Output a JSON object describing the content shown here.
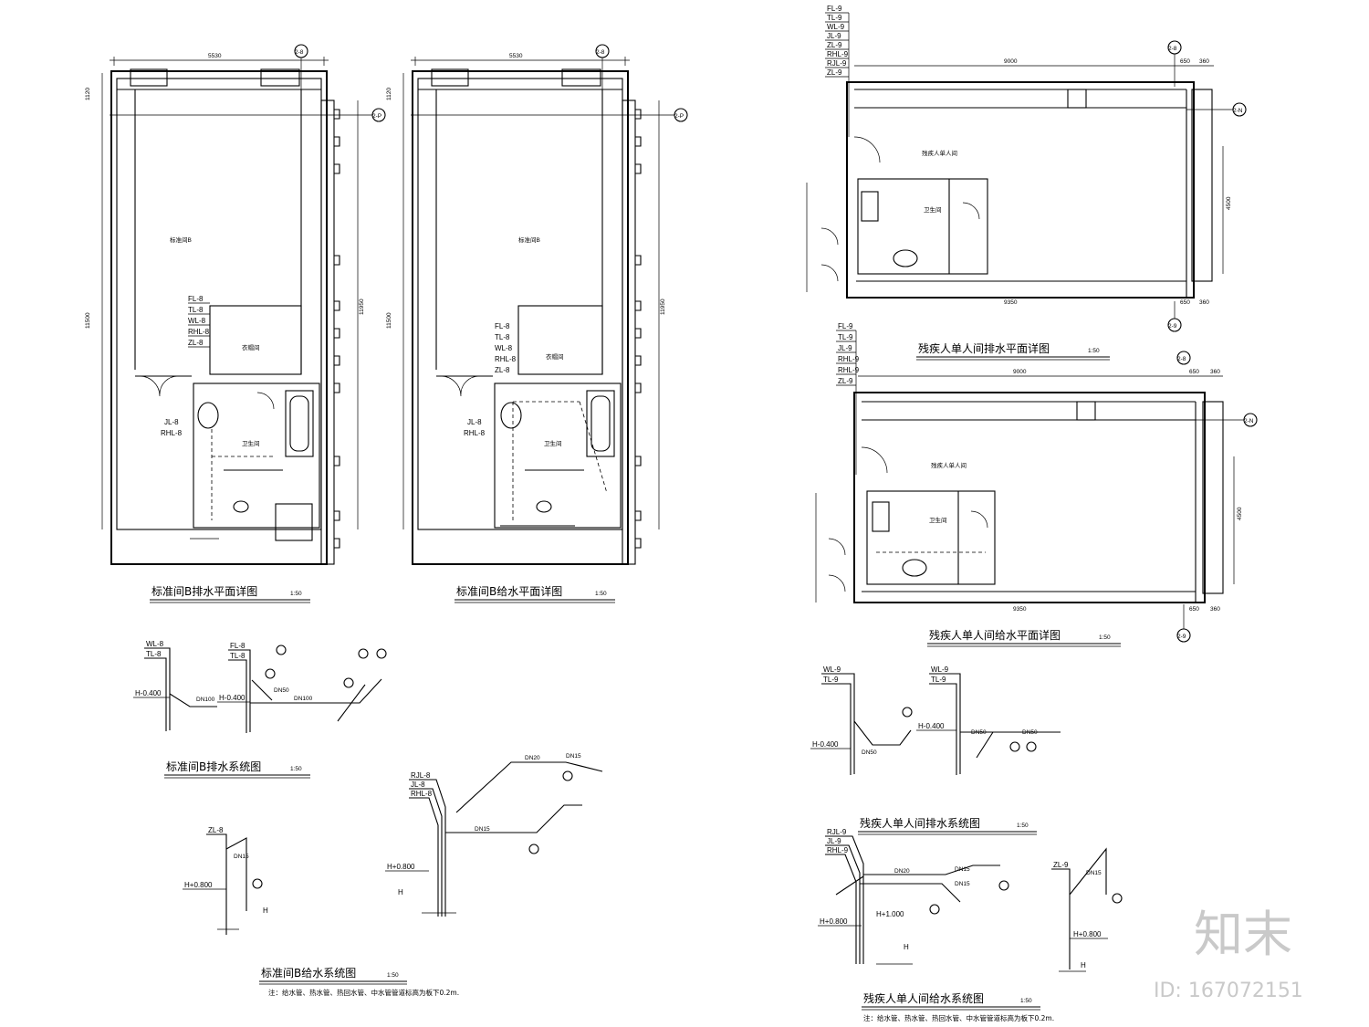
{
  "titles": {
    "p1": "标准间B排水平面详图",
    "p2": "标准间B给水平面详图",
    "p3": "残疾人单人间排水平面详图",
    "p4": "残疾人单人间给水平面详图",
    "s1": "标准间B排水系统图",
    "s2": "标准间B给水系统图",
    "s3": "残疾人单人间排水系统图",
    "s4": "残疾人单人间给水系统图",
    "scale": "1:50"
  },
  "dims": {
    "w5530": "5530",
    "w9000": "9000",
    "w9350": "9350",
    "d650": "650",
    "d360": "360",
    "d4500": "4500",
    "d11950": "11950",
    "d1120": "1120",
    "d11500": "11500"
  },
  "pipes": {
    "fl8": "FL-8",
    "tl8": "TL-8",
    "wl8": "WL-8",
    "rhl8": "RHL-8",
    "zl8": "ZL-8",
    "jl8": "JL-8",
    "rjl8": "RJL-8",
    "fl9": "FL-9",
    "tl9": "TL-9",
    "wl9": "WL-9",
    "jl9": "JL-9",
    "rhl9": "RHL-9",
    "zl9": "ZL-9",
    "rjl9": "RJL-9"
  },
  "elev": {
    "hm400": "H-0.400",
    "hp800": "H+0.800",
    "hp1000": "H+1.000",
    "h": "H"
  },
  "sizes": {
    "dn100": "DN100",
    "dn50": "DN50",
    "dn20": "DN20",
    "dn15": "DN15"
  },
  "notes": {
    "n1": "注：给水管、热水管、热回水管、中水管管道标高为板下0.2m.",
    "n2": "注：给水管、热水管、热回水管、中水管管道标高为板下0.2m."
  },
  "grid": {
    "g2_8": "2-8",
    "g2_p": "2-P",
    "g2_n": "2-N",
    "g2_9": "2-9"
  },
  "watermark": {
    "logo": "知末",
    "id": "ID: 167072151"
  }
}
